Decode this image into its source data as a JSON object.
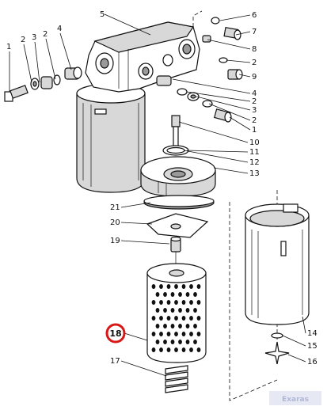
{
  "callouts": [
    {
      "id": "c5",
      "text": "5"
    },
    {
      "id": "c6",
      "text": "6"
    },
    {
      "id": "c7",
      "text": "7"
    },
    {
      "id": "c8",
      "text": "8"
    },
    {
      "id": "c2a",
      "text": "2"
    },
    {
      "id": "c9",
      "text": "9"
    },
    {
      "id": "c4a",
      "text": "4"
    },
    {
      "id": "c2b",
      "text": "2"
    },
    {
      "id": "c3a",
      "text": "3"
    },
    {
      "id": "c2c",
      "text": "2"
    },
    {
      "id": "c1a",
      "text": "1"
    },
    {
      "id": "c10",
      "text": "10"
    },
    {
      "id": "c11",
      "text": "11"
    },
    {
      "id": "c12",
      "text": "12"
    },
    {
      "id": "c13",
      "text": "13"
    },
    {
      "id": "c1b",
      "text": "1"
    },
    {
      "id": "c2d",
      "text": "2"
    },
    {
      "id": "c3b",
      "text": "3"
    },
    {
      "id": "c2e",
      "text": "2"
    },
    {
      "id": "c4b",
      "text": "4"
    },
    {
      "id": "c21",
      "text": "21"
    },
    {
      "id": "c20",
      "text": "20"
    },
    {
      "id": "c19",
      "text": "19"
    },
    {
      "id": "c14",
      "text": "14"
    },
    {
      "id": "c15",
      "text": "15"
    },
    {
      "id": "c16",
      "text": "16"
    },
    {
      "id": "c17",
      "text": "17"
    }
  ],
  "highlight": {
    "text": "18",
    "ring_color": "#d81818"
  },
  "watermark": {
    "text": "Exaras"
  },
  "colors": {
    "ink": "#111111",
    "highlight": "#d81818"
  }
}
